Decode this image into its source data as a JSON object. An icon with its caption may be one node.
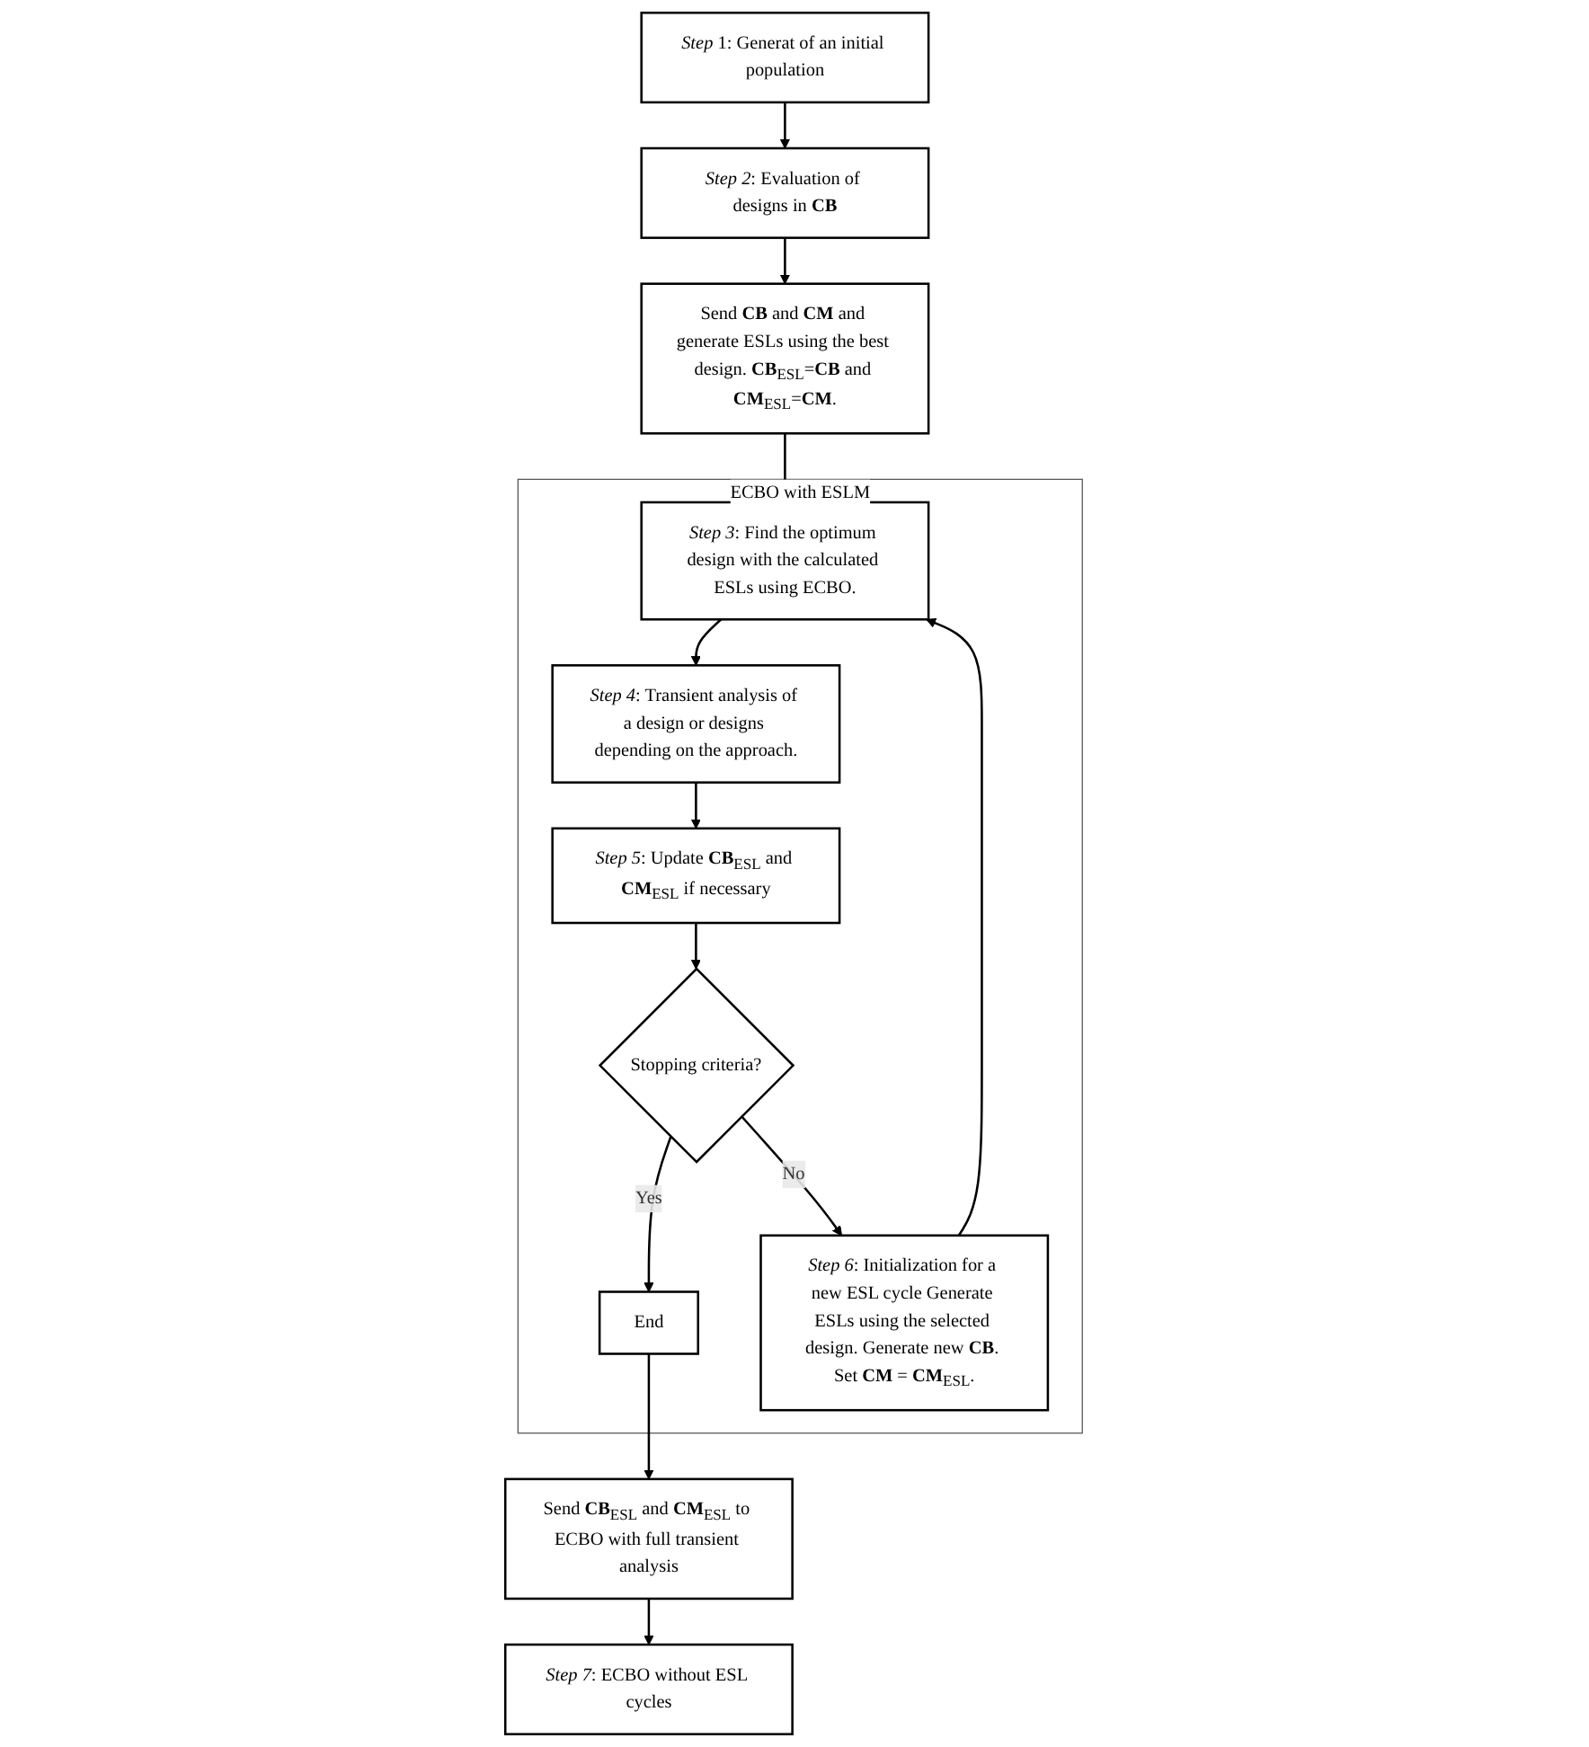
{
  "diagram": {
    "nodes": [
      {
        "text": [
          "*Step* 1: Generat of an initial population"
        ]
      },
      {
        "text": [
          "*Step 2*: Evaluation of designs in **CB**"
        ]
      },
      {
        "text": [
          "Send **CB** and **CM** and generate ESLs using the best design. **CB**$_{ESL}$=**CB** and **CM**$_{ESL}$=**CM**."
        ]
      },
      {
        "text": [
          "ECBO with ESLM"
        ]
      },
      {
        "text": [
          "*Step 3*: Find the optimum design with the calculated ESLs using ECBO."
        ],
        "in": 3
      },
      {
        "text": [
          "*Step 4*: Transient analysis of a design or designs depending on the approach."
        ],
        "in": 3
      },
      {
        "text": [
          "*Step 5*: Update **CB**$_{ESL}$ and **CM**$_{ESL}$ if necessary"
        ],
        "in": 3
      },
      {
        "text": [
          "Stopping criteria?"
        ],
        "in": 3
      },
      {
        "text": [
          "End"
        ],
        "in": 3
      },
      {
        "text": [
          "*Step 6*: Initialization for a new ESL cycle Generate ESLs using the selected design. Generate new **CB**. Set **CM** = **CM**$_{ESL}$."
        ],
        "in": 3
      },
      {
        "text": [
          "Send **CB**$_{ESL}$ and **CM**$_{ESL}$ to ECBO with full transient analysis"
        ]
      },
      {
        "text": [
          "*Step 7*: ECBO without ESL cycles"
        ]
      }
    ],
    "edges": [
      {
        "from": 0,
        "to": 1,
        "arrow": "to"
      },
      {
        "from": 1,
        "to": 2,
        "arrow": "to"
      },
      {
        "from": 2,
        "to": 4,
        "arrow": "to"
      },
      {
        "from": 4,
        "to": 5,
        "arrow": "to"
      },
      {
        "from": 5,
        "to": 6,
        "arrow": "to"
      },
      {
        "from": 6,
        "to": 7,
        "arrow": "to"
      },
      {
        "from": 7,
        "to": 8,
        "label": "Yes",
        "arrow": "to"
      },
      {
        "from": 7,
        "to": 9,
        "label": "No",
        "arrow": "to"
      },
      {
        "from": 9,
        "to": 4,
        "arrow": "to"
      },
      {
        "from": 8,
        "to": 10,
        "arrow": "to"
      },
      {
        "from": 10,
        "to": 11,
        "arrow": "to"
      }
    ]
  }
}
